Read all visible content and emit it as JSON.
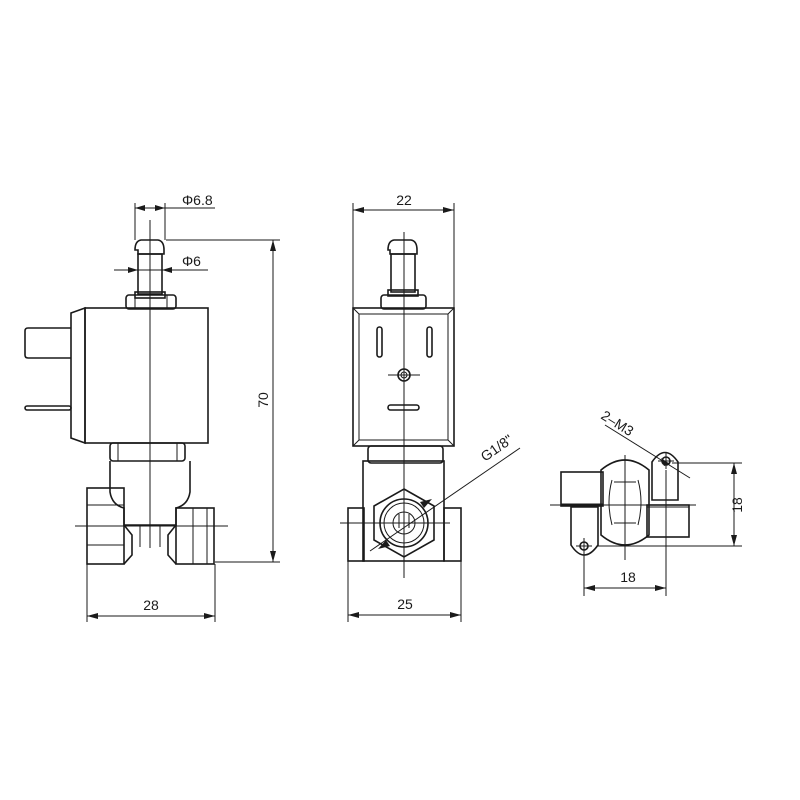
{
  "drawing": {
    "subject": "Solenoid valve dimension drawing",
    "colors": {
      "line": "#1a1a1a",
      "background": "#ffffff"
    },
    "views": [
      {
        "name": "side-view",
        "dimensions": {
          "hose_barb_outer": "Φ6.8",
          "hose_barb_inner": "Φ6",
          "overall_height": "70",
          "body_width": "28"
        }
      },
      {
        "name": "front-view",
        "dimensions": {
          "coil_width": "22",
          "body_width": "25",
          "port_thread": "G1/8\""
        }
      },
      {
        "name": "bottom-view",
        "dimensions": {
          "mount_thread": "2–M3",
          "hole_spacing_vertical": "18",
          "hole_spacing_horizontal": "18"
        }
      }
    ]
  }
}
